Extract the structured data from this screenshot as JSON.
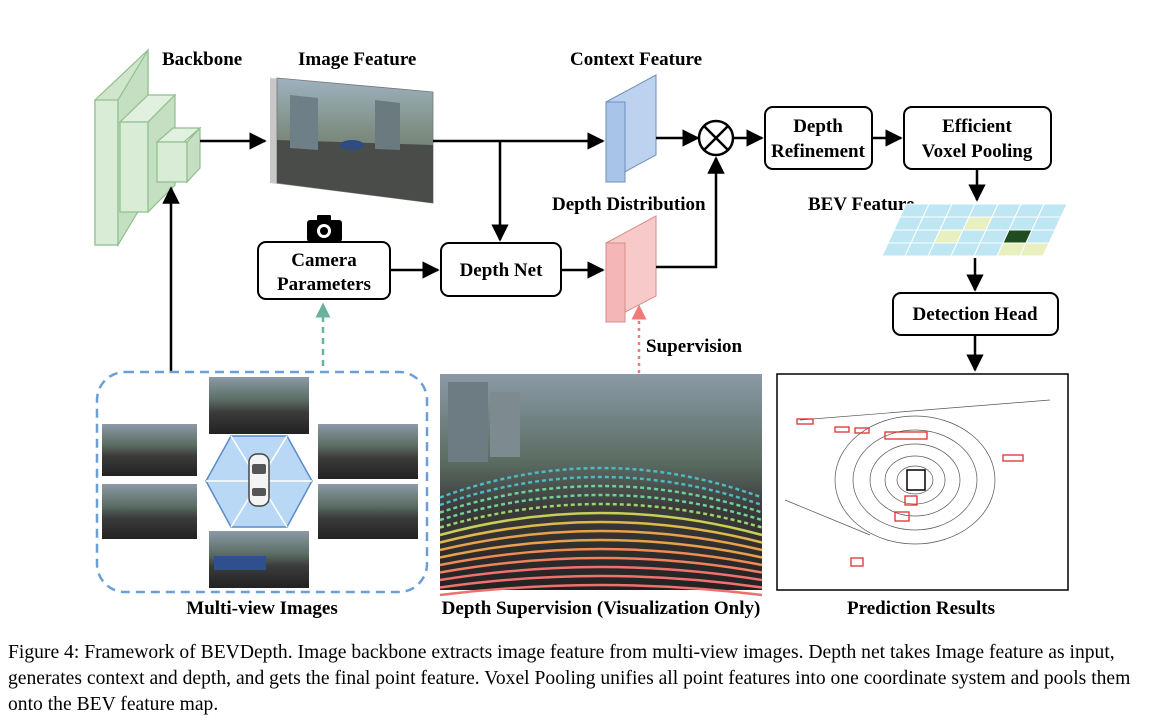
{
  "labels": {
    "backbone": "Backbone",
    "image_feature": "Image Feature",
    "context_feature": "Context Feature",
    "depth_distribution": "Depth Distribution",
    "bef_feature": "BEV Feature",
    "supervision": "Supervision",
    "multiview": "Multi-view Images",
    "depth_supervision": "Depth Supervision (Visualization Only)",
    "prediction_results": "Prediction Results"
  },
  "boxes": {
    "camera_line1": "Camera",
    "camera_line2": "Parameters",
    "depth_net": "Depth Net",
    "refine_line1": "Depth",
    "refine_line2": "Refinement",
    "pool_line1": "Efficient",
    "pool_line2": "Voxel Pooling",
    "detection_head": "Detection Head"
  },
  "caption": "Figure 4: Framework of BEVDepth. Image backbone extracts image feature from multi-view images. Depth net takes Image feature as input, generates context and depth, and gets the final point feature. Voxel Pooling unifies all point features into one coordinate system and pools them onto the BEV feature map.",
  "colors": {
    "backbone_fill": "#d8ecd6",
    "backbone_stroke": "#8fbf8c",
    "context_fill": "#a8c4e8",
    "depth_fill": "#f4b6b6",
    "grid_fill": "#bfe6f3",
    "dashed_blue": "#6a9fd8",
    "dashed_green": "#69b39c",
    "dashed_red": "#f07a7a"
  },
  "icons": [
    "camera-icon",
    "multiply-icon",
    "car-icon"
  ]
}
